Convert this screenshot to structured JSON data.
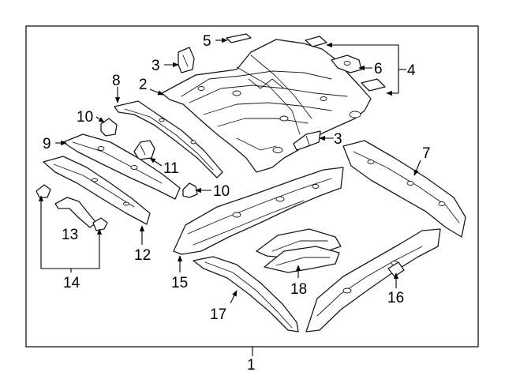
{
  "diagram": {
    "colors": {
      "line": "#1a1a1a",
      "background": "#ffffff"
    },
    "parts": [
      {
        "id": "1",
        "label": "1"
      },
      {
        "id": "2",
        "label": "2"
      },
      {
        "id": "3a",
        "label": "3"
      },
      {
        "id": "3b",
        "label": "3"
      },
      {
        "id": "4",
        "label": "4"
      },
      {
        "id": "5",
        "label": "5"
      },
      {
        "id": "6",
        "label": "6"
      },
      {
        "id": "7",
        "label": "7"
      },
      {
        "id": "8",
        "label": "8"
      },
      {
        "id": "9",
        "label": "9"
      },
      {
        "id": "10a",
        "label": "10"
      },
      {
        "id": "10b",
        "label": "10"
      },
      {
        "id": "11",
        "label": "11"
      },
      {
        "id": "12",
        "label": "12"
      },
      {
        "id": "13",
        "label": "13"
      },
      {
        "id": "14",
        "label": "14"
      },
      {
        "id": "15",
        "label": "15"
      },
      {
        "id": "16",
        "label": "16"
      },
      {
        "id": "17",
        "label": "17"
      },
      {
        "id": "18",
        "label": "18"
      }
    ]
  }
}
